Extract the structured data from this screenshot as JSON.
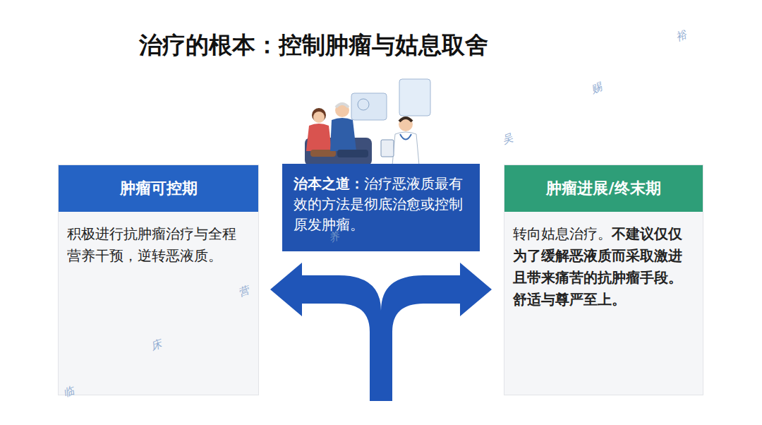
{
  "diagram": {
    "title": "治疗的根本：控制肿瘤与姑息取舍",
    "nodes": [
      {
        "text": [
          "肿瘤可控期",
          "积极进行抗肿瘤治疗与全程营养干预，逆转恶液质。"
        ]
      },
      {
        "text": [
          "治本之道：",
          "治疗恶液质最有效的方法是彻底治愈或控制原发肿瘤。"
        ]
      },
      {
        "text": [
          "肿瘤进展/终末期",
          "转向姑息治疗。",
          "不建议仅仅为了缓解恶液质而采取激进且带来痛苦的抗肿瘤手段。舒适与尊严至上。"
        ]
      }
    ],
    "labels": [
      "裕",
      "赐",
      "吴",
      "养",
      "营",
      "床",
      "临"
    ]
  }
}
